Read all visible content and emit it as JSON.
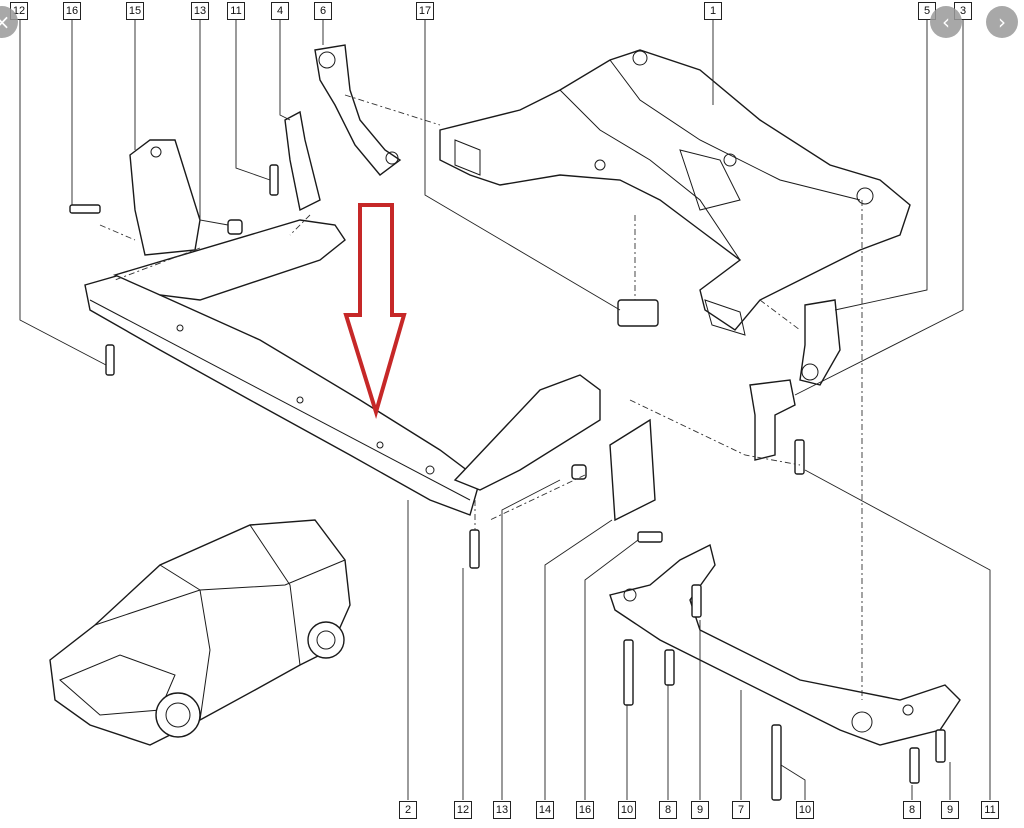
{
  "nav": {
    "prev_icon": "×",
    "next_icon": "›"
  },
  "callouts": {
    "top": [
      "12",
      "16",
      "15",
      "13",
      "11",
      "4",
      "6",
      "17",
      "1",
      "5",
      "3"
    ],
    "bottom": [
      "2",
      "12",
      "13",
      "14",
      "16",
      "10",
      "8",
      "9",
      "7",
      "10",
      "8",
      "9",
      "11"
    ]
  },
  "colors": {
    "arrow": "#c62828",
    "line": "#1a1a1a",
    "background": "#ffffff"
  },
  "arrow": {
    "direction": "down"
  }
}
